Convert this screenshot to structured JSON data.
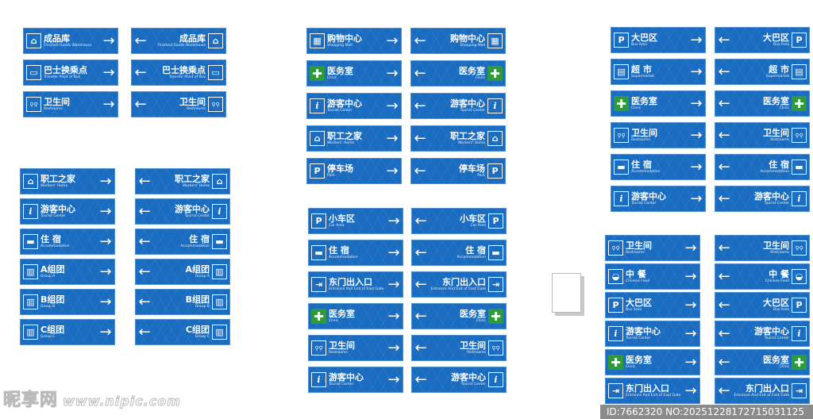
{
  "colors": {
    "sign_blue": "#1a6cc0",
    "clinic_green": "#2e9a3c"
  },
  "groups": [
    {
      "signs": [
        {
          "zh": "成品库",
          "en": "Finished Goods Warehouse",
          "icon": "warehouse-icon"
        },
        {
          "zh": "巴士换乘点",
          "en": "Transfer Point of Bus",
          "icon": "bus-icon"
        },
        {
          "zh": "卫生间",
          "en": "Restrooms",
          "icon": "restroom-icon"
        }
      ]
    },
    {
      "signs": [
        {
          "zh": "职工之家",
          "en": "Workers' Home",
          "icon": "workers-home-icon"
        },
        {
          "zh": "游客中心",
          "en": "Tourist Center",
          "icon": "info-icon"
        },
        {
          "zh": "住 宿",
          "en": "Accommodation",
          "icon": "bed-icon"
        },
        {
          "zh": "A组团",
          "en": "Group A",
          "icon": "building-icon"
        },
        {
          "zh": "B组团",
          "en": "Group B",
          "icon": "building-icon"
        },
        {
          "zh": "C组团",
          "en": "Group C",
          "icon": "building-icon"
        }
      ]
    },
    {
      "signs": [
        {
          "zh": "购物中心",
          "en": "Shopping Mall",
          "icon": "shopping-cart-icon"
        },
        {
          "zh": "医务室",
          "en": "Clinic",
          "icon": "clinic-cross-icon"
        },
        {
          "zh": "游客中心",
          "en": "Tourist Center",
          "icon": "info-icon"
        },
        {
          "zh": "职工之家",
          "en": "Workers' Home",
          "icon": "workers-home-icon"
        },
        {
          "zh": "停车场",
          "en": "Park",
          "icon": "parking-icon"
        }
      ]
    },
    {
      "signs": [
        {
          "zh": "小车区",
          "en": "Car Area",
          "icon": "parking-icon"
        },
        {
          "zh": "住 宿",
          "en": "Accommodation",
          "icon": "bed-icon"
        },
        {
          "zh": "东门出入口",
          "en": "Entrance And Exit of East Gate",
          "icon": "exit-icon"
        },
        {
          "zh": "医务室",
          "en": "Clinic",
          "icon": "clinic-cross-icon"
        },
        {
          "zh": "卫生间",
          "en": "Restrooms",
          "icon": "restroom-icon"
        },
        {
          "zh": "游客中心",
          "en": "Tourist Center",
          "icon": "info-icon"
        }
      ]
    },
    {
      "signs": [
        {
          "zh": "大巴区",
          "en": "Bus Area",
          "icon": "parking-icon"
        },
        {
          "zh": "超 市",
          "en": "Supermarket",
          "icon": "supermarket-icon"
        },
        {
          "zh": "医务室",
          "en": "Clinic",
          "icon": "clinic-cross-icon"
        },
        {
          "zh": "卫生间",
          "en": "Restrooms",
          "icon": "restroom-icon"
        },
        {
          "zh": "住 宿",
          "en": "Accommodation",
          "icon": "bed-icon"
        },
        {
          "zh": "游客中心",
          "en": "Tourist Center",
          "icon": "info-icon"
        }
      ]
    },
    {
      "signs": [
        {
          "zh": "卫生间",
          "en": "Restrooms",
          "icon": "restroom-icon"
        },
        {
          "zh": "中 餐",
          "en": "Chinese Food",
          "icon": "food-icon"
        },
        {
          "zh": "大巴区",
          "en": "Bus Area",
          "icon": "parking-icon"
        },
        {
          "zh": "游客中心",
          "en": "Tourist Center",
          "icon": "info-icon"
        },
        {
          "zh": "医务室",
          "en": "Clinic",
          "icon": "clinic-cross-icon"
        },
        {
          "zh": "东门出入口",
          "en": "Entrance And Exit of East Gate",
          "icon": "exit-icon"
        }
      ]
    }
  ],
  "watermark": {
    "logo": "昵享网",
    "url": "www.nipic.com",
    "id_text": "ID:7662320 NO:20251228172715031125"
  }
}
